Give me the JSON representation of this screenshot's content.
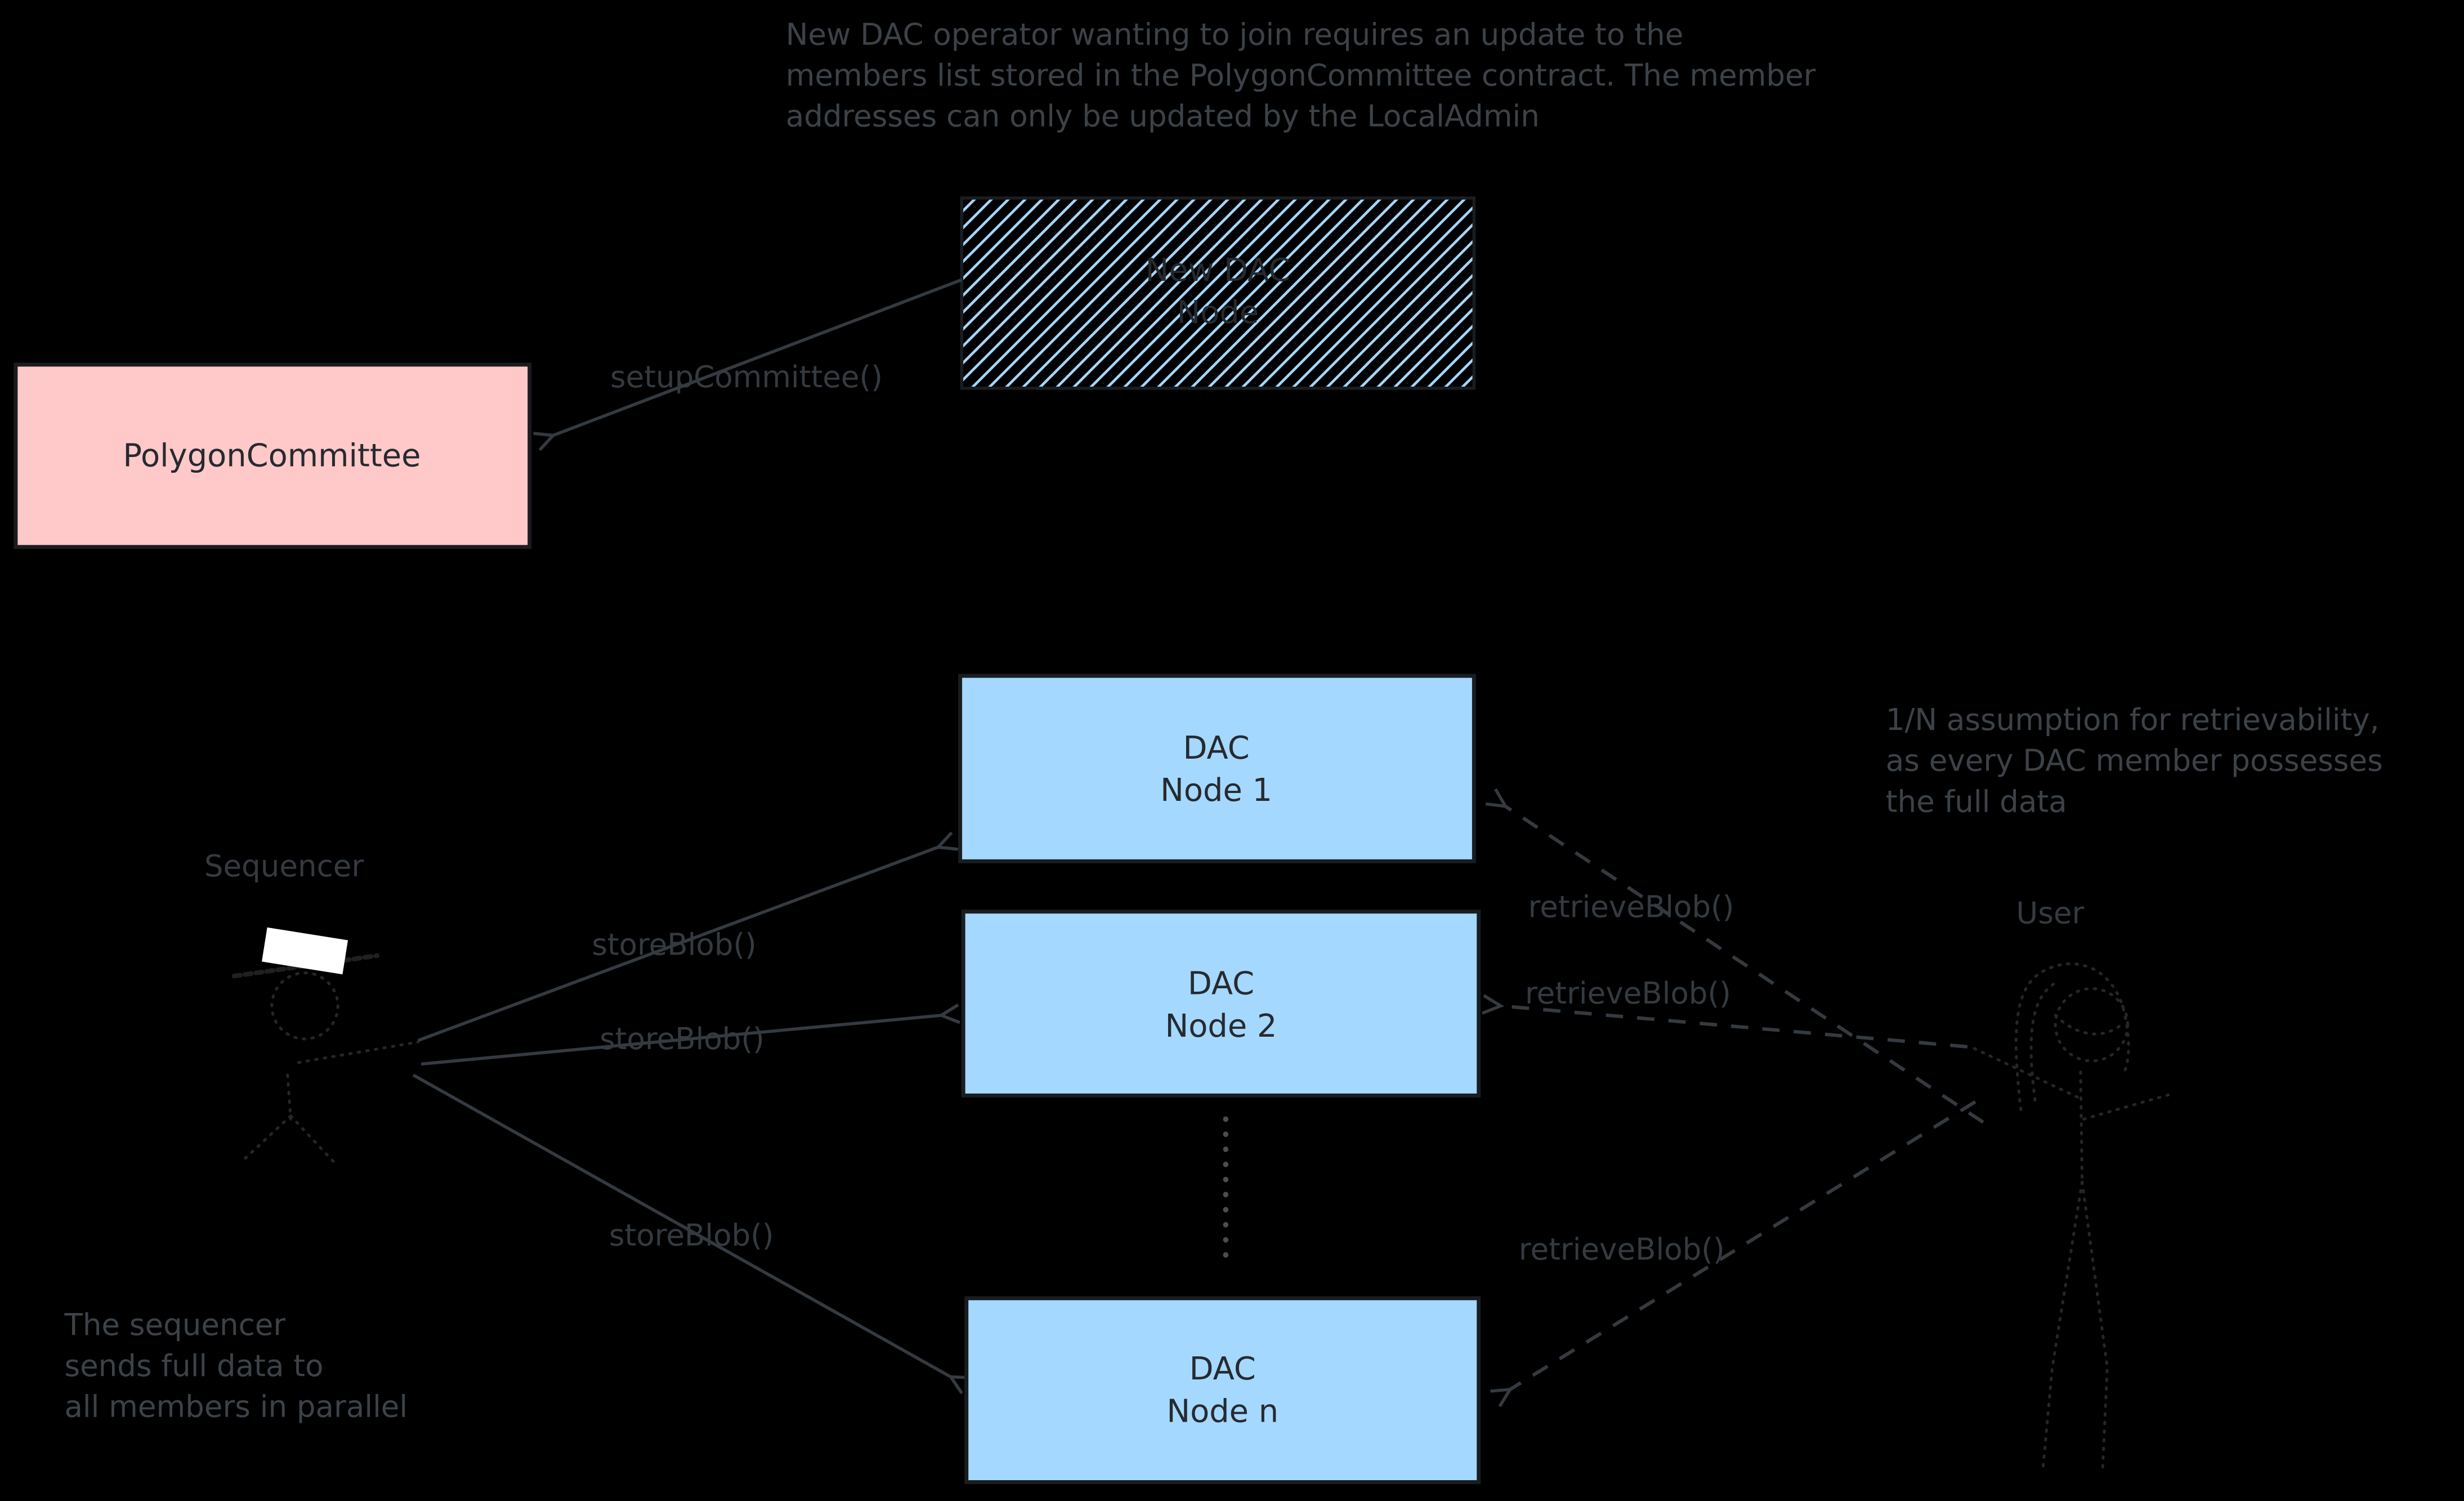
{
  "colors": {
    "background": "#000000",
    "ink": "#343a40",
    "muted-ink": "#3c4248",
    "box-border": "#1a1d20",
    "box-text": "#262a2f",
    "node-fill": "#a5d8ff",
    "committee-fill": "#ffc9c9",
    "hatch-line": "#a5d8ff",
    "figure": "#262626",
    "figure-dark": "#202020",
    "dots": "#4a4e52",
    "white": "#ffffff"
  },
  "annotations": {
    "join_note": {
      "lines": [
        "New DAC operator wanting to join requires an update to the",
        "members list stored in the PolygonCommittee contract. The member",
        "addresses can only be updated by the LocalAdmin"
      ]
    },
    "retrieve_note": {
      "lines": [
        "1/N assumption for retrievability,",
        "as every DAC member possesses",
        "the full data"
      ]
    },
    "sequencer_note": {
      "lines": [
        "The sequencer",
        "sends full data to",
        "all members in parallel"
      ]
    }
  },
  "boxes": {
    "new_dac_node": {
      "line1": "New DAC",
      "line2": "Node"
    },
    "polygon_committee": {
      "label": "PolygonCommittee"
    },
    "dac_node_1": {
      "line1": "DAC",
      "line2": "Node 1"
    },
    "dac_node_2": {
      "line1": "DAC",
      "line2": "Node 2"
    },
    "dac_node_n": {
      "line1": "DAC",
      "line2": "Node n"
    }
  },
  "actors": {
    "sequencer": {
      "label": "Sequencer"
    },
    "user": {
      "label": "User"
    }
  },
  "edges": {
    "setup_committee": {
      "label": "setupCommittee()"
    },
    "store_blob_1": {
      "label": "storeBlob()"
    },
    "store_blob_2": {
      "label": "storeBlob()"
    },
    "store_blob_3": {
      "label": "storeBlob()"
    },
    "retrieve_blob_1": {
      "label": "retrieveBlob()"
    },
    "retrieve_blob_2": {
      "label": "retrieveBlob()"
    },
    "retrieve_blob_3": {
      "label": "retrieveBlob()"
    }
  }
}
